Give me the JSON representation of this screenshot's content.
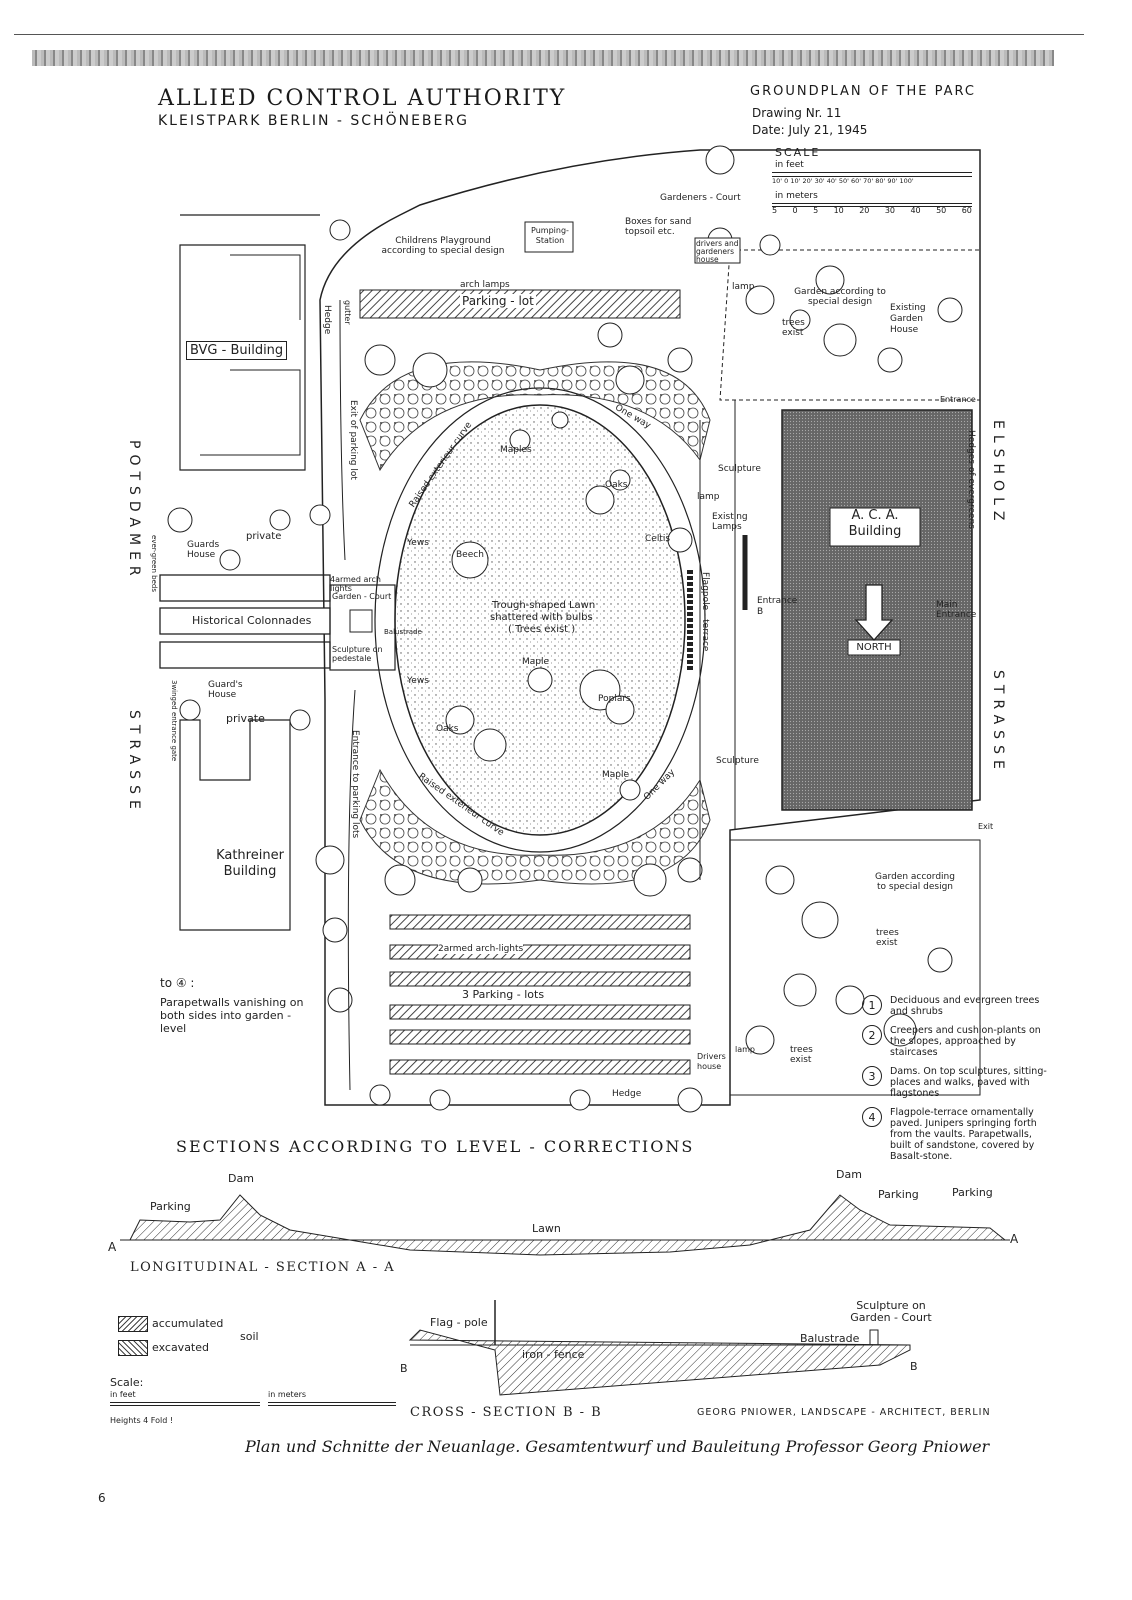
{
  "header": {
    "title": "ALLIED CONTROL AUTHORITY",
    "subtitle": "KLEISTPARK BERLIN - SCHÖNEBERG",
    "plan_title": "GROUNDPLAN OF THE PARC",
    "drawing_no": "Drawing Nr. 11",
    "date": "Date: July 21, 1945",
    "scale_label": "SCALE",
    "scale_feet": "in feet",
    "scale_feet_ticks": "10' 0 10' 20' 30' 40' 50' 60' 70' 80' 90' 100'",
    "scale_meters": "in meters",
    "scale_meter_ticks": [
      "5",
      "0",
      "5",
      "10",
      "20",
      "30",
      "40",
      "50",
      "60"
    ]
  },
  "streets": {
    "left": "POTSDAMER",
    "left2": "STRASSE",
    "right": "ELSHOLZ",
    "right2": "STRASSE"
  },
  "buildings": {
    "bvg": "BVG - Building",
    "kathreiner": "Kathreiner Building",
    "aca_line1": "A. C. A.",
    "aca_line2": "Building",
    "existing_garden_house": "Existing Garden House",
    "guards_house_top": "Guards House",
    "guards_house_bottom": "Guard's House",
    "drivers_house": "drivers and gardeners house",
    "drivers_house_bottom": "Drivers house",
    "pumping_station": "Pumping-Station"
  },
  "labels": {
    "childrens_playground": "Childrens Playground according to special design",
    "gardeners_court": "Gardeners - Court",
    "boxes": "Boxes for sand topsoil etc.",
    "parking_lot": "Parking - lot",
    "arch_lamps": "arch lamps",
    "hedge": "Hedge",
    "exit_parking": "Exit of parking lot",
    "raised_curve": "Raised exterieur curve",
    "one_way": "One way",
    "maples": "Maples",
    "maple": "Maple",
    "oaks": "Oaks",
    "beech": "Beech",
    "yews": "Yews",
    "celtis": "Celtis",
    "poplars": "Poplars",
    "lamp": "lamp",
    "existing_lamps": "Existing Lamps",
    "sculpture": "Sculpture",
    "trough_lawn1": "Trough-shaped Lawn",
    "trough_lawn2": "shattered with bulbs",
    "trough_lawn3": "( Trees exist )",
    "flagpole_terrace": "Flagpole - terrace",
    "entrance_b": "Entrance B",
    "main_entrance": "Main Entrance",
    "entrance": "Entrance",
    "exit": "Exit",
    "north": "NORTH",
    "garden_top": "Garden according to special design",
    "trees_exist": "trees exist",
    "garden_bottom": "Garden according to special design",
    "hedges_evergreen": "Hedges of evergreens",
    "historical_colonnades": "Historical Colonnades",
    "armed_arch_lights": "4armed arch lights",
    "garden_court": "Garden - Court",
    "balustrade": "Balustrade",
    "sculpture_pedestale": "Sculpture on pedestale",
    "private": "private",
    "evergreen_beds": "ever-green beds",
    "wrought_gate": "3winged entrance gate",
    "entrance_parking": "Entrance to parking lots",
    "two_armed": "2armed arch-lights",
    "three_parking": "3 Parking - lots",
    "parapet_ref": "to ④ :",
    "parapet_text": "Parapetwalls vanishing on both sides into garden - level",
    "lamp_bottom": "lamp",
    "gutter": "gutter"
  },
  "legend": [
    {
      "num": "1",
      "text": "Deciduous and evergreen trees and shrubs"
    },
    {
      "num": "2",
      "text": "Creepers and cushion-plants on the slopes, approached by staircases"
    },
    {
      "num": "3",
      "text": "Dams. On top sculptures, sitting-places and walks, paved with flagstones"
    },
    {
      "num": "4",
      "text": "Flagpole-terrace ornamentally paved. Junipers springing forth from the vaults. Parapetwalls, built of sandstone, covered by Basalt-stone."
    }
  ],
  "sections": {
    "heading": "SECTIONS ACCORDING TO LEVEL - CORRECTIONS",
    "long_title": "LONGITUDINAL - SECTION A - A",
    "cross_title": "CROSS - SECTION B - B",
    "dam": "Dam",
    "parking": "Parking",
    "lawn": "Lawn",
    "flag_pole": "Flag - pole",
    "iron_fence": "iron - fence",
    "sculpture_court": "Sculpture on Garden - Court",
    "balustrade": "Balustrade",
    "accumulated": "accumulated",
    "excavated": "excavated",
    "soil": "soil",
    "scale": "Scale:",
    "in_feet": "in feet",
    "in_meters": "in meters",
    "heights": "Heights 4 Fold !",
    "architect": "GEORG PNIOWER, LANDSCAPE - ARCHITECT, BERLIN"
  },
  "caption": "Plan und Schnitte der Neuanlage. Gesamtentwurf und Bauleitung Professor Georg Pniower",
  "page_number": "6"
}
